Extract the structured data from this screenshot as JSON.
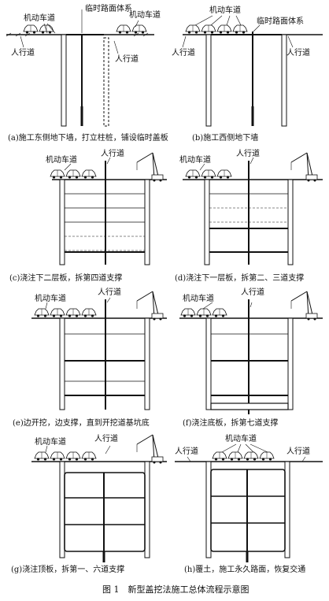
{
  "figure_caption": "图 1　新型盖挖法施工总体流程示意图",
  "labels": {
    "vehicle_lane": "机动车道",
    "sidewalk": "人行道",
    "temp_deck": "临时路面体系"
  },
  "panels": [
    {
      "id": "a",
      "caption": "(a)施工东侧地下墙，打立柱桩，铺设临时盖板"
    },
    {
      "id": "b",
      "caption": "(b)施工西侧地下墙"
    },
    {
      "id": "c",
      "caption": "(c)浇注下二层板，拆第四道支撑"
    },
    {
      "id": "d",
      "caption": "(d)浇注下一层板，拆第二、三道支撑"
    },
    {
      "id": "e",
      "caption": "(e)边开挖，边支撑，直到开挖道基坑底"
    },
    {
      "id": "f",
      "caption": "(f)浇注底板，拆第七道支撑"
    },
    {
      "id": "g",
      "caption": "(g)浇注顶板，拆第一、六道支撑"
    },
    {
      "id": "h",
      "caption": "(h)覆土，施工永久路面，恢复交通"
    }
  ]
}
